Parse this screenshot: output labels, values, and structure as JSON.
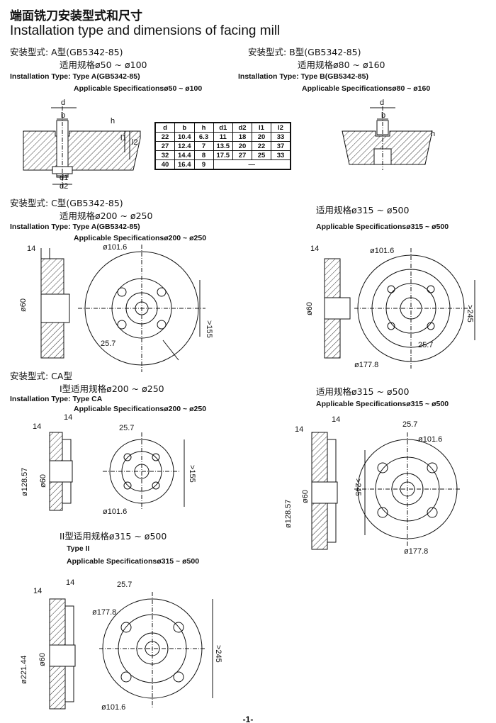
{
  "title_cn": "端面铣刀安装型式和尺寸",
  "title_en": "Installation type and dimensions of facing mill",
  "type_a": {
    "cn_type": "安装型式: A型(GB5342-85)",
    "cn_spec": "适用规格ø50 ~ ø100",
    "en_type": "Installation Type: Type A(GB5342-85)",
    "en_spec": "Applicable Specificationsø50 ~ ø100",
    "labels": {
      "d": "d",
      "b": "b",
      "h": "h",
      "l1": "l1",
      "l2": "l2",
      "d1": "d1",
      "d2": "d2"
    }
  },
  "type_b": {
    "cn_type": "安装型式: B型(GB5342-85)",
    "cn_spec": "适用规格ø80 ~ ø160",
    "en_type": "Installation Type: Type B(GB5342-85)",
    "en_spec": "Applicable Specificationsø80 ~ ø160",
    "labels": {
      "d": "d",
      "b": "b",
      "h": "h"
    }
  },
  "table": {
    "headers": [
      "d",
      "b",
      "h",
      "d1",
      "d2",
      "l1",
      "l2"
    ],
    "rows": [
      [
        "22",
        "10.4",
        "6.3",
        "11",
        "18",
        "20",
        "33"
      ],
      [
        "27",
        "12.4",
        "7",
        "13.5",
        "20",
        "22",
        "37"
      ],
      [
        "32",
        "14.4",
        "8",
        "17.5",
        "27",
        "25",
        "33"
      ],
      [
        "40",
        "16.4",
        "9",
        "—"
      ]
    ]
  },
  "type_c": {
    "cn_type": "安装型式: C型(GB5342-85)",
    "cn_spec": "适用规格ø200 ~ ø250",
    "en_type": "Installation Type: Type A(GB5342-85)",
    "en_spec": "Applicable Specificationsø200 ~ ø250",
    "cn_spec2": "适用规格ø315 ~ ø500",
    "en_spec2": "Applicable Specificationsø315 ~ ø500",
    "dims_left": {
      "w": "14",
      "bore": "ø60",
      "pcd": "ø101.6",
      "h": ">155",
      "off": "25.7"
    },
    "dims_right": {
      "w": "14",
      "bore": "ø60",
      "pcd": "ø101.6",
      "h": ">245",
      "off": "25.7",
      "outer": "ø177.8"
    }
  },
  "type_ca": {
    "cn_type": "安装型式: CA型",
    "cn_spec": "I型适用规格ø200 ~ ø250",
    "en_type": "Installation Type: Type CA",
    "en_spec": "Applicable Specificationsø200 ~ ø250",
    "cn_spec2": "适用规格ø315 ~ ø500",
    "en_spec2": "Applicable Specificationsø315 ~ ø500",
    "dims_i": {
      "w1": "14",
      "w2": "14",
      "dia": "ø128.57",
      "bore": "ø60",
      "off": "25.7",
      "h": ">155",
      "pcd": "ø101.6"
    },
    "dims_right": {
      "w1": "14",
      "w2": "14",
      "dia": "ø128.57",
      "bore": "ø60",
      "off": "25.7",
      "pcd": "ø101.6",
      "h": ">245",
      "outer": "ø177.8"
    }
  },
  "type_ii": {
    "cn_spec": "II型适用规格ø315 ~ ø500",
    "en_type": "Type II",
    "en_spec": "Applicable Specificationsø315 ~ ø500",
    "dims": {
      "w1": "14",
      "w2": "14",
      "dia": "ø221.44",
      "bore": "ø60",
      "off": "25.7",
      "outer": "ø177.8",
      "h": ">245",
      "pcd": "ø101.6"
    }
  },
  "page_number": "-1-"
}
